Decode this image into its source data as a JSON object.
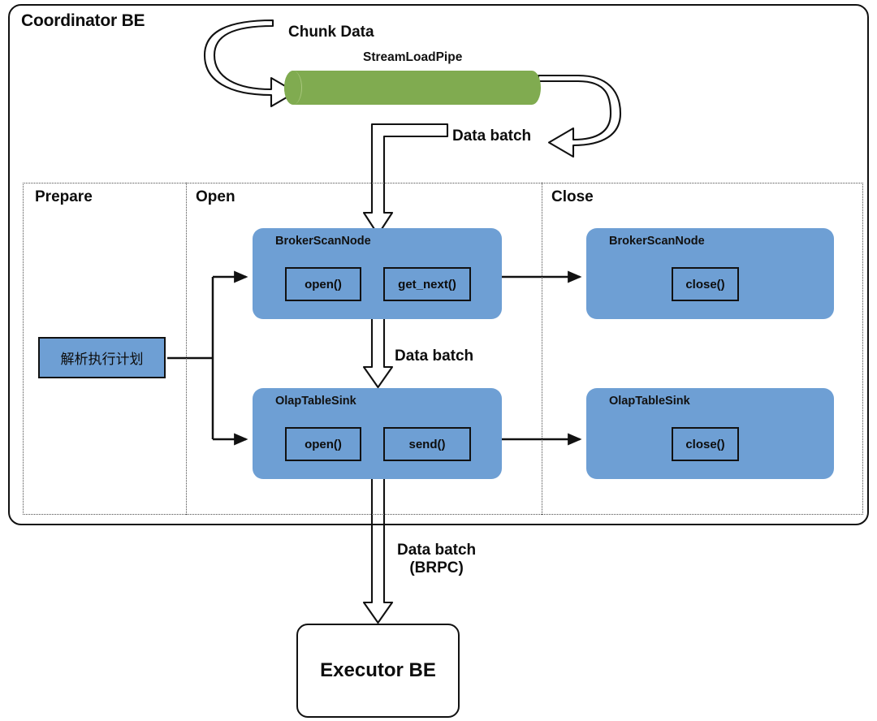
{
  "diagram": {
    "type": "flow-diagram",
    "title": "Coordinator BE",
    "colors": {
      "operator_blue": "#6E9FD4",
      "pipe_green": "#80AB50",
      "stroke": "#111111",
      "dotted_stroke": "#4D4D4D",
      "background": "#FFFFFF"
    },
    "outer_container": {
      "label": "Coordinator BE"
    },
    "pipe": {
      "label": "StreamLoadPipe",
      "shape": "cylinder"
    },
    "phases": [
      {
        "id": "prepare",
        "label": "Prepare"
      },
      {
        "id": "open",
        "label": "Open"
      },
      {
        "id": "close",
        "label": "Close"
      }
    ],
    "parse_plan": {
      "label": "解析执行计划"
    },
    "operators": [
      {
        "id": "brokerscannode-open",
        "phase": "open",
        "title": "BrokerScanNode",
        "methods": [
          "open()",
          "get_next()"
        ]
      },
      {
        "id": "olaptablesink-open",
        "phase": "open",
        "title": "OlapTableSink",
        "methods": [
          "open()",
          "send()"
        ]
      },
      {
        "id": "brokerscannode-close",
        "phase": "close",
        "title": "BrokerScanNode",
        "methods": [
          "close()"
        ]
      },
      {
        "id": "olaptablesink-close",
        "phase": "close",
        "title": "OlapTableSink",
        "methods": [
          "close()"
        ]
      }
    ],
    "executor": {
      "label": "Executor BE"
    },
    "flow_labels": {
      "chunk_data": "Chunk Data",
      "data_batch_to_scan": "Data batch",
      "data_batch_to_sink": "Data batch",
      "data_batch_brpc_line1": "Data batch",
      "data_batch_brpc_line2": "(BRPC)"
    },
    "edges": [
      {
        "from": "external",
        "to": "pipe",
        "label": "Chunk Data",
        "style": "curved-hollow-arrow"
      },
      {
        "from": "pipe",
        "to": "brokerscannode-open",
        "label": "Data batch",
        "style": "curved-hollow-arrow-elbow"
      },
      {
        "from": "parse_plan",
        "to": "brokerscannode-open",
        "label": "",
        "style": "thin-solid-arrow"
      },
      {
        "from": "parse_plan",
        "to": "olaptablesink-open",
        "label": "",
        "style": "thin-solid-arrow"
      },
      {
        "from": "brokerscannode-open",
        "to": "olaptablesink-open",
        "label": "Data batch",
        "style": "hollow-arrow"
      },
      {
        "from": "brokerscannode-open",
        "to": "brokerscannode-close",
        "label": "",
        "style": "thin-solid-arrow"
      },
      {
        "from": "olaptablesink-open",
        "to": "olaptablesink-close",
        "label": "",
        "style": "thin-solid-arrow"
      },
      {
        "from": "olaptablesink-open",
        "to": "executor",
        "label": "Data batch (BRPC)",
        "style": "hollow-arrow"
      }
    ]
  }
}
